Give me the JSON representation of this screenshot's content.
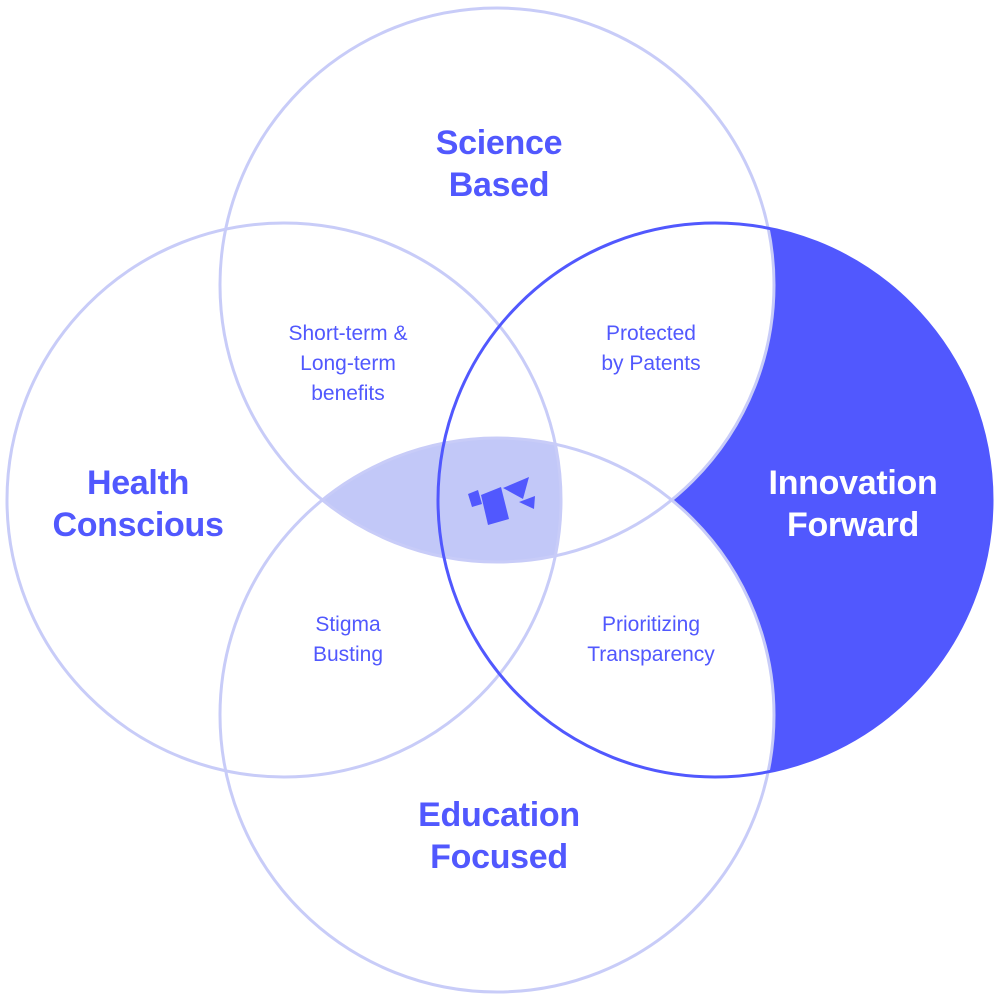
{
  "colors": {
    "accent": "#5158fe",
    "circle_stroke": "#c8ccf8",
    "center_fill": "#c2c8f8",
    "on_accent_text": "#ffffff"
  },
  "categories": {
    "science": {
      "line1": "Science",
      "line2": "Based"
    },
    "health": {
      "line1": "Health",
      "line2": "Conscious"
    },
    "innovation": {
      "line1": "Innovation",
      "line2": "Forward"
    },
    "education": {
      "line1": "Education",
      "line2": "Focused"
    }
  },
  "overlaps": {
    "science_health": {
      "line1": "Short-term &",
      "line2": "Long-term",
      "line3": "benefits"
    },
    "science_innovation": {
      "line1": "Protected",
      "line2": "by Patents"
    },
    "health_education": {
      "line1": "Stigma",
      "line2": "Busting"
    },
    "innovation_education": {
      "line1": "Prioritizing",
      "line2": "Transparency"
    }
  },
  "center": {
    "icon": "brand-logo-icon"
  }
}
